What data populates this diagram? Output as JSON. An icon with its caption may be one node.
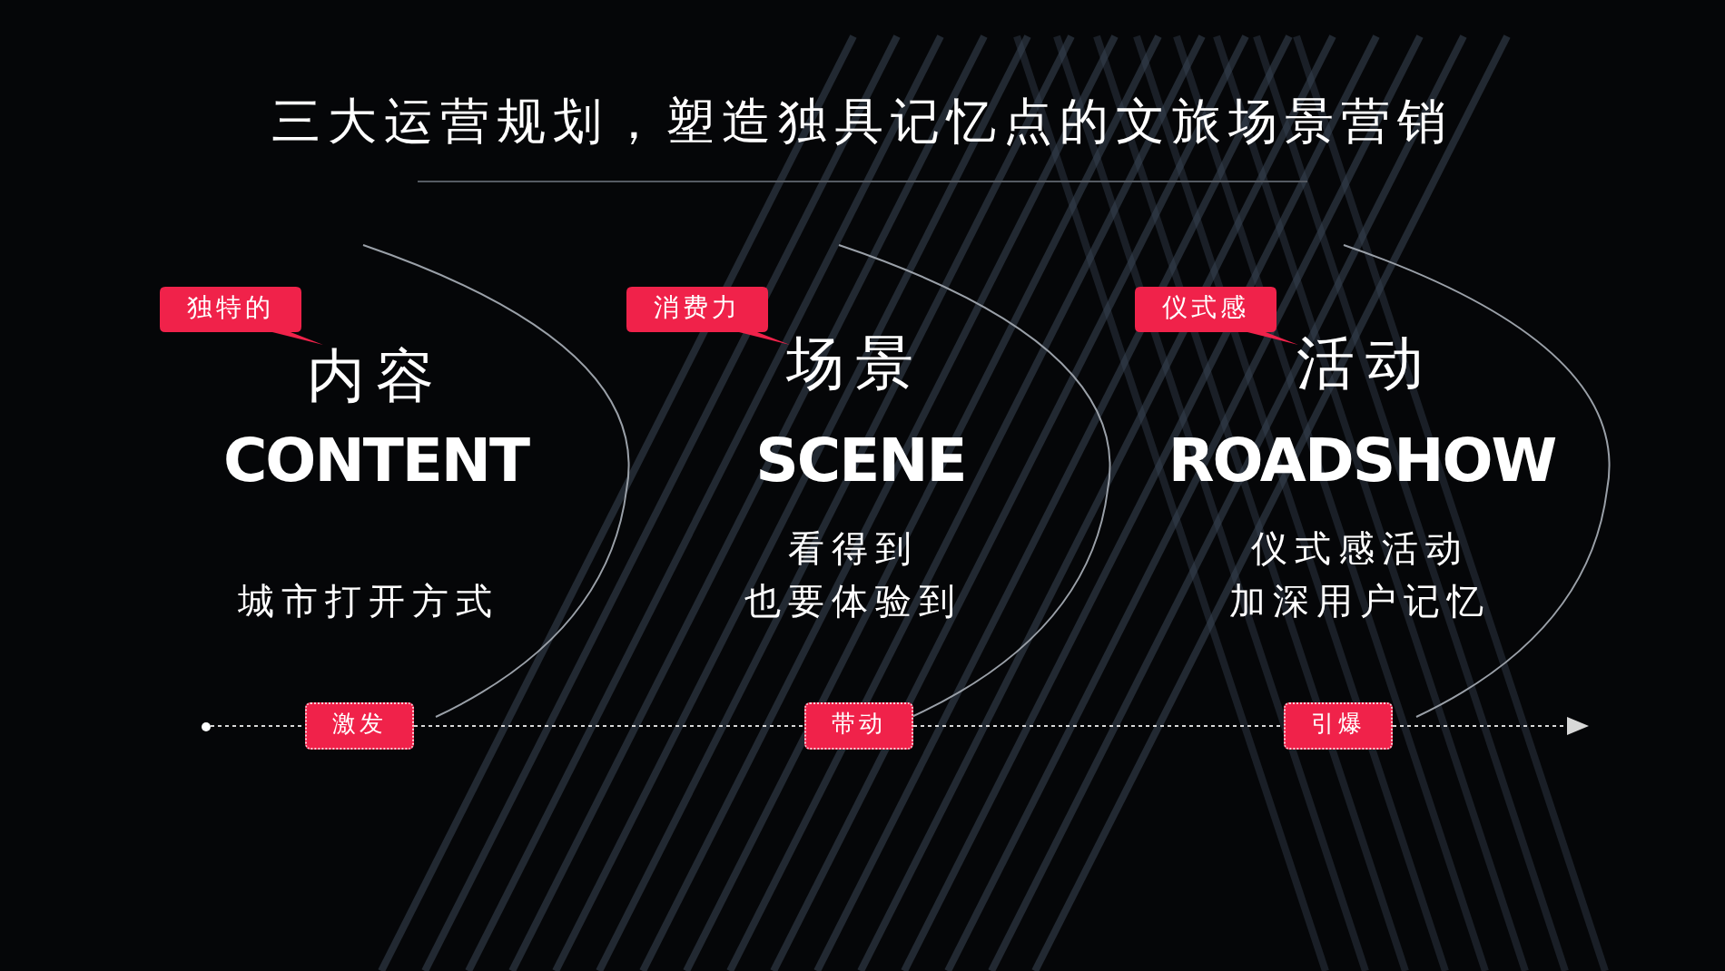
{
  "diagram": {
    "title": "三大运营规划，塑造独具记忆点的文旅场景营销",
    "nodes": [
      {
        "text": [
          "独特的"
        ]
      },
      {
        "text": [
          "消费力"
        ]
      },
      {
        "text": [
          "仪式感"
        ]
      },
      {
        "text": [],
        "shape": "circle"
      },
      {
        "text": [
          "激发"
        ]
      },
      {
        "text": [
          "带动"
        ]
      },
      {
        "text": [
          "引爆"
        ]
      }
    ],
    "edges": [
      {
        "from": 3,
        "to": 4,
        "arrow": "none",
        "style": "dashed"
      },
      {
        "from": 4,
        "to": 5,
        "arrow": "none",
        "style": "dashed"
      },
      {
        "from": 5,
        "to": 6,
        "arrow": "none",
        "style": "dashed"
      },
      {
        "from": 6,
        "to": null,
        "arrow": "to",
        "style": "dashed"
      }
    ],
    "labels": [
      "内容",
      "CONTENT",
      "城市打开方式",
      "场景",
      "SCENE",
      "看得到",
      "也要体验到",
      "活动",
      "ROADSHOW",
      "仪式感活动",
      "加深用户记忆"
    ]
  }
}
